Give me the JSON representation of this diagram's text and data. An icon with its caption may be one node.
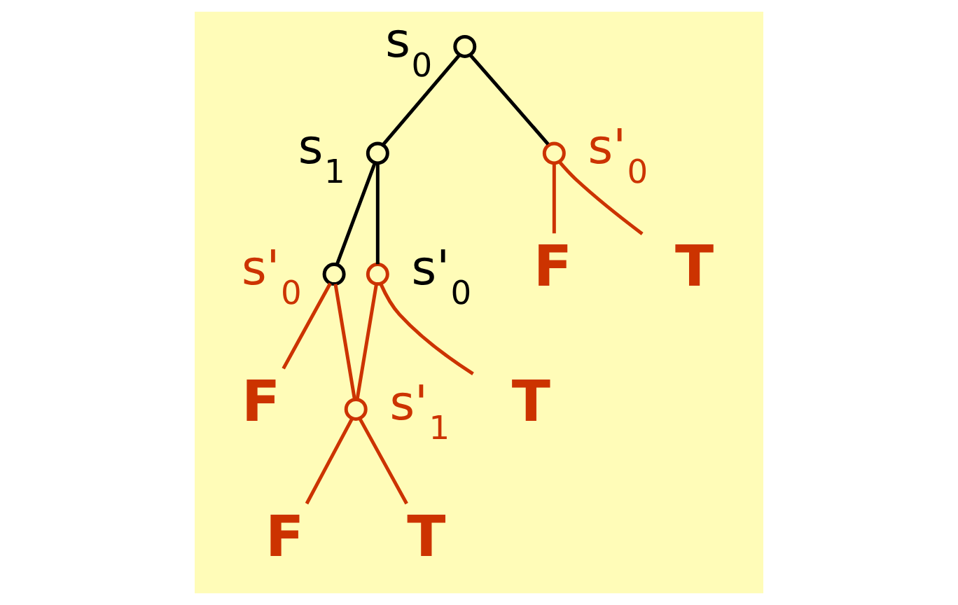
{
  "diagram": {
    "nodes": [
      {
        "text": [],
        "shape": "circle",
        "beside": [
          "s$_{0}$"
        ]
      },
      {
        "text": [],
        "shape": "circle",
        "beside": [
          "s$_{1}$"
        ]
      },
      {
        "text": [],
        "shape": "circle",
        "beside": [
          "s'$_{0}$"
        ]
      },
      {
        "text": [
          "F"
        ]
      },
      {
        "text": [
          "T"
        ]
      },
      {
        "text": [],
        "shape": "circle",
        "beside": [
          "s'$_{0}$"
        ]
      },
      {
        "text": [],
        "shape": "circle",
        "beside": [
          "s'$_{0}$"
        ]
      },
      {
        "text": [
          "F"
        ]
      },
      {
        "text": [],
        "shape": "circle",
        "beside": [
          "s'$_{1}$"
        ]
      },
      {
        "text": [
          "T"
        ]
      },
      {
        "text": [
          "F"
        ]
      },
      {
        "text": [
          "T"
        ]
      }
    ],
    "edges": [
      {
        "from": 0,
        "to": 1,
        "arrow": "none",
        "color": "#000000"
      },
      {
        "from": 0,
        "to": 2,
        "arrow": "none",
        "color": "#000000"
      },
      {
        "from": 2,
        "to": 3,
        "arrow": "none"
      },
      {
        "from": 2,
        "to": 4,
        "arrow": "none"
      },
      {
        "from": 1,
        "to": 5,
        "arrow": "none",
        "color": "#000000"
      },
      {
        "from": 1,
        "to": 6,
        "arrow": "none",
        "color": "#000000"
      },
      {
        "from": 5,
        "to": 7,
        "arrow": "none"
      },
      {
        "from": 5,
        "to": 8,
        "arrow": "none"
      },
      {
        "from": 6,
        "to": 8,
        "arrow": "none"
      },
      {
        "from": 6,
        "to": 9,
        "arrow": "none"
      },
      {
        "from": 8,
        "to": 10,
        "arrow": "none"
      },
      {
        "from": 8,
        "to": 11,
        "arrow": "none"
      }
    ]
  }
}
